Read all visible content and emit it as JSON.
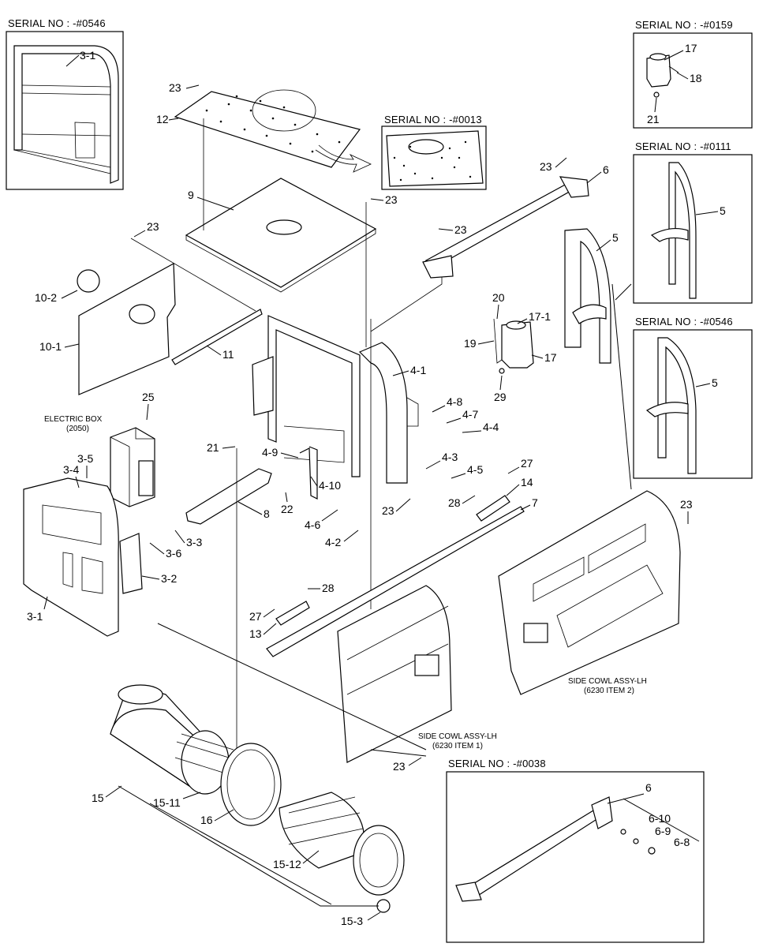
{
  "insets": {
    "top_left": "SERIAL NO : -#0546",
    "top_right": "SERIAL NO : -#0159",
    "right_mid1": "SERIAL NO : -#0111",
    "right_mid2": "SERIAL NO : -#0546",
    "floor_plate": "SERIAL NO : -#0013",
    "bottom_right": "SERIAL NO : -#0038"
  },
  "notes": {
    "electric_box": "ELECTRIC BOX",
    "electric_box_ref": "(2050)",
    "cowl_lh_1": "SIDE COWL ASSY-LH",
    "cowl_lh_1_ref": "(6230 ITEM 1)",
    "cowl_lh_2": "SIDE COWL ASSY-LH",
    "cowl_lh_2_ref": "(6230 ITEM 2)"
  },
  "labels": {
    "l3_1_top": "3-1",
    "l17_top": "17",
    "l18_top": "18",
    "l21_top": "21",
    "l23_a": "23",
    "l12": "12",
    "l23_b": "23",
    "l6": "6",
    "l9": "9",
    "l23_c": "23",
    "l23_d": "23",
    "l23_e": "23",
    "l5_a": "5",
    "l5_main": "5",
    "l5_b": "5",
    "l10_2": "10-2",
    "l10_1": "10-1",
    "l11": "11",
    "l20": "20",
    "l17_1": "17-1",
    "l19": "19",
    "l17": "17",
    "l4_1": "4-1",
    "l29": "29",
    "l25": "25",
    "l4_8": "4-8",
    "l4_7": "4-7",
    "l4_4": "4-4",
    "l21": "21",
    "l4_9": "4-9",
    "l4_10": "4-10",
    "l3_5": "3-5",
    "l3_4": "3-4",
    "l4_3": "4-3",
    "l4_5": "4-5",
    "l27_a": "27",
    "l14": "14",
    "l28_a": "28",
    "l22": "22",
    "l23_f": "23",
    "l8": "8",
    "l4_6": "4-6",
    "l7": "7",
    "l23_g": "23",
    "l3_6": "3-6",
    "l3_3": "3-3",
    "l4_2": "4-2",
    "l3_2": "3-2",
    "l28_b": "28",
    "l27_b": "27",
    "l13": "13",
    "l3_1": "3-1",
    "l23_h": "23",
    "l15": "15",
    "l15_11": "15-11",
    "l16": "16",
    "l15_12": "15-12",
    "l15_3": "15-3",
    "l6_b": "6",
    "l6_10": "6-10",
    "l6_9": "6-9",
    "l6_8": "6-8"
  }
}
